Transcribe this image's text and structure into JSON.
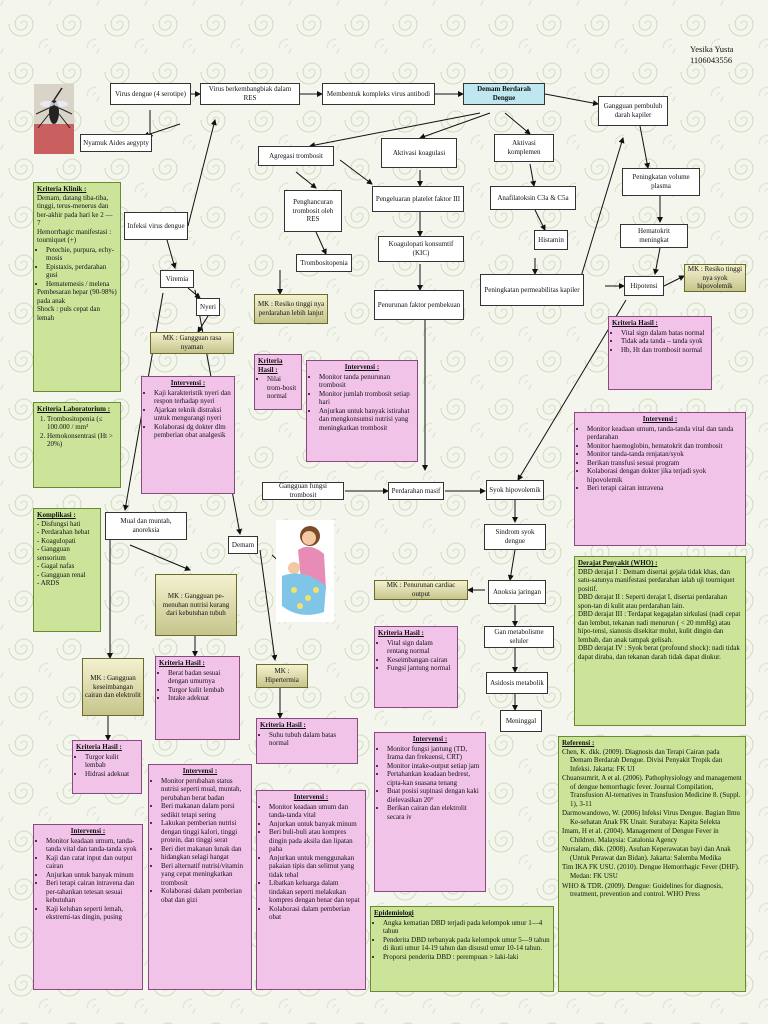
{
  "author": {
    "name": "Yesika Yusta",
    "id": "1106043556"
  },
  "flow": {
    "virus": "Virus dengue (4 serotipe)",
    "berkembang": "Virus berkembangbiak dalam RES",
    "kompleks": "Membentuk kompleks virus antibodi",
    "dbd": "Demam Berdarah Dengue",
    "nyamuk": "Nyamuk Aides aegypty",
    "agregasi": "Agregasi trombosit",
    "koagulasi": "Aktivasi koagulasi",
    "komplemen": "Aktivasi komplemen",
    "penghancuran": "Penghancuran trombosit oleh RES",
    "platelet": "Pengeluaran platelet faktor III",
    "anafilatoksin": "Anafilatoksin C3a & C5a",
    "gangguan_pembuluh": "Gangguan pembuluh darah kapiler",
    "volume": "Peningkatan volume plasma",
    "hematokrit": "Hematokrit meningkat",
    "infeksi": "Infeksi virus dengue",
    "trombositopenia": "Trombositopenia",
    "kic": "Koagulopati konsumtif (KIC)",
    "histamin": "Histamin",
    "permeabilitas": "Peningkatan permeabilitas kapiler",
    "hipotensi": "Hipotensi",
    "viremia": "Viremia",
    "nyeri": "Nyeri",
    "penurunan_faktor": "Penurunan faktor pembekuan",
    "gangguan_fungsi": "Gangguan fungsi trombosit",
    "perdarahan": "Perdarahan masif",
    "syok": "Syok hipovolemik",
    "mual": "Mual dan muntah, anoreksia",
    "demam": "Demam",
    "sindrom": "Sindrom syok dengue",
    "anoksia": "Anoksia jaringan",
    "metabolisme": "Gan metabolisme seluler",
    "asidosis": "Asidosis metabolik",
    "meninggal": "Meninggal"
  },
  "mk": {
    "nyaman": "MK : Gangguan rasa nyaman",
    "perdarahan": "MK : Resiko tinggi nya perdarahan lebih lanjut",
    "syok": "MK : Resiko tinggi nya syok hipovolemik",
    "nutrisi": "MK : Gangguan pe-menuhan nutrisi kurang dari kebutuhan tubuh",
    "cairan": "MK : Gangguan keseimbangan cairan dan elektrolit",
    "hipertermia": "MK : Hipertermia",
    "cardiac": "MK : Penurunan cardiac output"
  },
  "kriteria_klinik": {
    "title": "Kriteria Klinik :",
    "lead": "Demam, datang tiba-tiba, tinggi, terus-menerus dan ber-akhir pada hari ke 2 — 7",
    "hemorrhagic": "Hemorrhagic manifestasi : tourniquet (+)",
    "items": [
      "Petechie, purpura, echy-mosis",
      "Epistaxis, perdarahan gusi",
      "Hematemesis / melena"
    ],
    "pembesaran": "Pembesaran hepar (90-98%) pada anak",
    "shock": "Shock : puls cepat dan lemah"
  },
  "kriteria_lab": {
    "title": "Kriteria Laboratorium :",
    "items": [
      "Trombositopenia (≤ 100.000 / mm³",
      "Hemokonsentrasi (Ht > 20%)"
    ]
  },
  "komplikasi": {
    "title": "Komplikasi :",
    "items": [
      "- Disfungsi hati",
      "- Perdarahan hebat",
      "- Koagulopati",
      "- Gangguan sensorium",
      "- Gagal nafas",
      "- Gangguan renal",
      "- ARDS"
    ]
  },
  "int_nyeri": {
    "title": "Intervensi :",
    "items": [
      "Kaji karakteristik nyeri dan respon terhadap nyeri",
      "Ajarkan teknik distraksi untuk mengurangi nyeri",
      "Kolaborasi dg dokter dlm pemberian obat analgesik"
    ]
  },
  "kh_trombosit": {
    "title": "Kriteria Hasil :",
    "items": [
      "Nilai trom-bosit normal"
    ]
  },
  "int_trombosit": {
    "title": "Intervensi :",
    "items": [
      "Monitor tanda penurunan trombosit",
      "Monitor jumlah trombosit setiap hari",
      "Anjurkan untuk banyak istirahat dan mengkonsumsi nutrisi yang meningkatkan trombosit"
    ]
  },
  "kh_syok": {
    "title": "Kriteria Hasil :",
    "items": [
      "Vital sign dalam batas normal",
      "Tidak ada tanda – tanda syok",
      "Hb, Ht dan trombosit normal"
    ]
  },
  "int_syok": {
    "title": "Intervensi :",
    "items": [
      "Monitor keadaan umum, tanda-tanda vital dan tanda perdarahan",
      "Monitor haemoglobin, hematokrit dan trombosit",
      "Monitor tanda-tanda renjatan/syok",
      "Berikan transfusi sesuai program",
      "Kolaborasi dengan dokter jika terjadi syok hipovolemik",
      "Beri terapi cairan intravena"
    ]
  },
  "derajat": {
    "title": "Derajat Penyakit (WHO) :",
    "rows": [
      [
        "DBD derajat I",
        ": Demam disertai gejala tidak khas, dan satu-satunya manifestasi perdarahan ialah uji tourniquet positif."
      ],
      [
        "DBD derajat II",
        ": Seperti derajat I, disertai perdarahan spon-tan di kulit atau perdarahan lain."
      ],
      [
        "DBD derajat III",
        ": Terdapat kegagalan sirkulasi (nadi cepat dan lembut, tekanan nadi menurun ( < 20 mmHg) atau hipo-tensi, sianosis disekitar mulut, kulit dingin dan lembab, dan anak tampak gelisah."
      ],
      [
        "DBD derajat IV",
        ": Syok berat (profound shock): nadi tidak dapat diraba, dan tekanan darah tidak dapat diukur."
      ]
    ]
  },
  "kh_nutrisi": {
    "title": "Kriteria Hasil :",
    "items": [
      "Berat badan sesuai dengan umurnya",
      "Turgor kulit lembab",
      "Intake adekuat"
    ]
  },
  "kh_hipertermia": {
    "title": "Kriteria Hasil :",
    "items": [
      "Suhu tubuh dalam batas normal"
    ]
  },
  "kh_cardiac": {
    "title": "Kriteria Hasil :",
    "items": [
      "Vital sign dalam rentang normal",
      "Keseimbangan cairan",
      "Fungsi jantung normal"
    ]
  },
  "kh_cairan": {
    "title": "Kriteria Hasil :",
    "items": [
      "Turgor kulit lembab",
      "Hidrasi adekuat"
    ]
  },
  "int_cairan": {
    "title": "Intervensi :",
    "items": [
      "Monitor keadaan umum, tanda-tanda vital dan tanda-tanda syok",
      "Kaji dan catat input dan output cairan",
      "Anjurkan untuk banyak minum",
      "Beri terapi cairan intravena dan per-tahankan tetesan sesuai kebutuhan",
      "Kaji keluhan seperti lemah, ekstremi-tas dingin, pusing"
    ]
  },
  "int_nutrisi": {
    "title": "Intervensi :",
    "items": [
      "Monitor perubahan status nutrisi seperti mual, muntah, perubahan berat badan",
      "Beri makanan dalam porsi sedikit tetapi sering",
      "Lakukan pemberian nutrisi dengan tinggi kalori, tinggi protein, dan tinggi serat",
      "Beri diet makanan lunak dan hidangkan selagi hangat",
      "Beri alternatif nutrisi/vitamin yang cepat meningkatkan trombosit",
      "Kolaborasi dalam pemberian obat dan gizi"
    ]
  },
  "int_hipertermia": {
    "title": "Intervensi :",
    "items": [
      "Monitor keadaan umum dan tanda-tanda vital",
      "Anjurkan untuk banyak minum",
      "Beri buli-buli atau kompres dingin pada aksila dan lipatan paha",
      "Anjurkan untuk menggunakan pakaian tipis dan selimut yang tidak tebal",
      "Libatkan keluarga dalam tindakan seperti melakukan kompres dengan benar dan tepat",
      "Kolaborasi dalam pemberian obat"
    ]
  },
  "int_cardiac": {
    "title": "Intervensi :",
    "items": [
      "Monitor fungsi jantung (TD, Irama dan frekuensi, CRT)",
      "Monitor intake-output setiap jam",
      "Pertahankan keadaan bedrest, cipta-kan suasana tenang",
      "Buat posisi supinasi dengan kaki dielevasikan 20°",
      "Berikan cairan dan elektrolit secara iv"
    ]
  },
  "epidemiologi": {
    "title": "Epidemiologi",
    "items": [
      "Angka kematian DBD terjadi pada kelompok umur 1—4 tahun",
      "Penderita DBD terbanyak pada kelompok umur 5—9 tahun di ikuti umur 14-19 tahun dan disusul umur 10-14 tahun.",
      "Proporsi penderita DBD : perempuan > laki-laki"
    ]
  },
  "referensi": {
    "title": "Referensi :",
    "items": [
      "Chen, K. dkk. (2009). Diagnosis dan Terapi Cairan pada Demam Berdarah Dengue. Divisi Penyakit Tropik dan Infeksi. Jakarta: FK UI",
      "Chuansumrit, A et al. (2006). Pathophysiology and management of dengue hemorrhagic fever. Journal Compilation, Transfusion Al-ternatives in Transfusion Medicine 8. (Suppl. 1), 3-11",
      "Darmowandowo, W. (2006) Infeksi Virus Dengue. Bagian Ilmu Ke-sehatan Anak FK Unair. Surabaya: Kapita Selekta",
      "Imam, H et al. (2004). Management of Dengue Fever in Children. Malaysia: Catalonia Agency",
      "Nursalam, dkk. (2008). Asuhan Keperawatan bayi dan Anak (Untuk Perawat dan Bidan). Jakarta: Salemba Medika",
      "Tim IKA FK USU. (2010). Dengue Hemorrhagic Fever (DHF). Medan: FK USU",
      "WHO & TDR. (2009). Dengue: Guidelines for diagnosis, treatment, prevention and control. WHO Press"
    ]
  },
  "colors": {
    "green": "#cce39a",
    "pink": "#f1c3e8",
    "mk": "#d6d49a",
    "highlight": "#bfe7ef"
  }
}
